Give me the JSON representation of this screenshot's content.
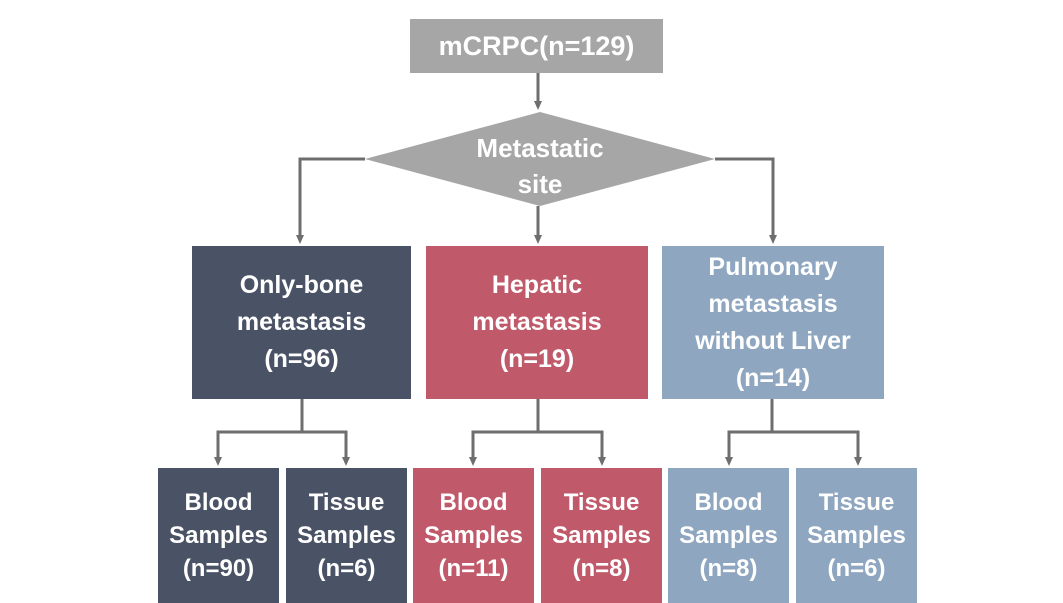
{
  "diagram": {
    "root": {
      "label": "mCRPC(n=129)"
    },
    "decision": {
      "line1": "Metastatic",
      "line2": "site"
    },
    "categories": [
      {
        "lines": [
          "Only-bone",
          "metastasis",
          "(n=96)"
        ],
        "color": "#4a5266"
      },
      {
        "lines": [
          "Hepatic",
          "metastasis",
          "(n=19)"
        ],
        "color": "#c05a6b"
      },
      {
        "lines": [
          "Pulmonary",
          "metastasis",
          "without Liver",
          "(n=14)"
        ],
        "color": "#8ea6bf"
      }
    ],
    "leaves": [
      {
        "lines": [
          "Blood",
          "Samples",
          "(n=90)"
        ]
      },
      {
        "lines": [
          "Tissue",
          "Samples",
          "(n=6)"
        ]
      },
      {
        "lines": [
          "Blood",
          "Samples",
          "(n=11)"
        ]
      },
      {
        "lines": [
          "Tissue",
          "Samples",
          "(n=8)"
        ]
      },
      {
        "lines": [
          "Blood",
          "Samples",
          "(n=8)"
        ]
      },
      {
        "lines": [
          "Tissue",
          "Samples",
          "(n=6)"
        ]
      }
    ],
    "colors": {
      "root": "#a6a6a6",
      "decision": "#a6a6a6",
      "connector": "#6e6e6e"
    }
  }
}
